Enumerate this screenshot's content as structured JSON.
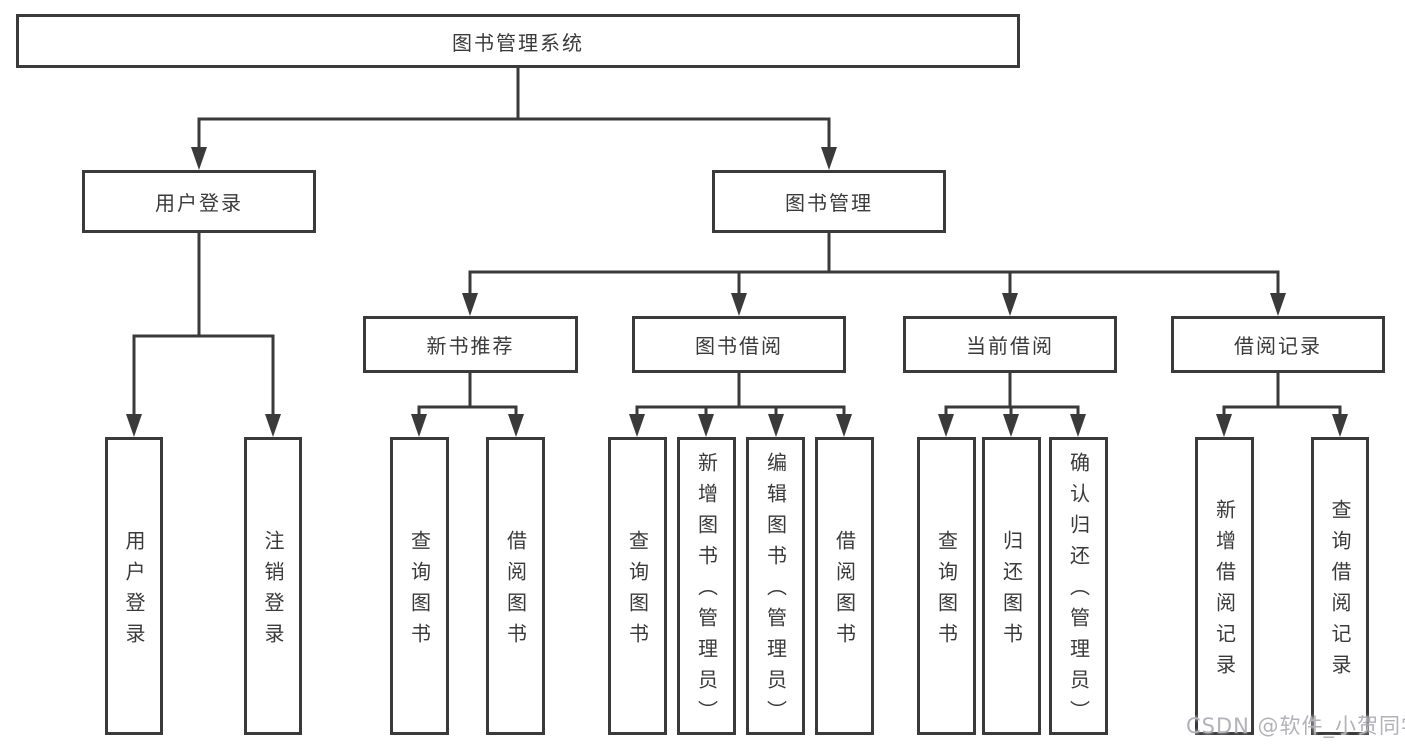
{
  "diagram": {
    "root": {
      "label": "图书管理系统"
    },
    "branches": [
      {
        "label": "用户登录",
        "children": [
          {
            "label": "用户登录"
          },
          {
            "label": "注销登录"
          }
        ]
      },
      {
        "label": "图书管理",
        "children": [
          {
            "label": "新书推荐",
            "children": [
              {
                "label": "查询图书"
              },
              {
                "label": "借阅图书"
              }
            ]
          },
          {
            "label": "图书借阅",
            "children": [
              {
                "label": "查询图书"
              },
              {
                "label": "新增图书（管理员）"
              },
              {
                "label": "编辑图书（管理员）"
              },
              {
                "label": "借阅图书"
              }
            ]
          },
          {
            "label": "当前借阅",
            "children": [
              {
                "label": "查询图书"
              },
              {
                "label": "归还图书"
              },
              {
                "label": "确认归还（管理员）"
              }
            ]
          },
          {
            "label": "借阅记录",
            "children": [
              {
                "label": "新增借阅记录"
              },
              {
                "label": "查询借阅记录"
              }
            ]
          }
        ]
      }
    ]
  },
  "watermark": {
    "text": "CSDN @软件_小贺同学"
  },
  "colors": {
    "line": "#3a3a3a",
    "text": "#3a3a3a",
    "background": "#ffffff",
    "watermark": "#b2b2b8"
  }
}
